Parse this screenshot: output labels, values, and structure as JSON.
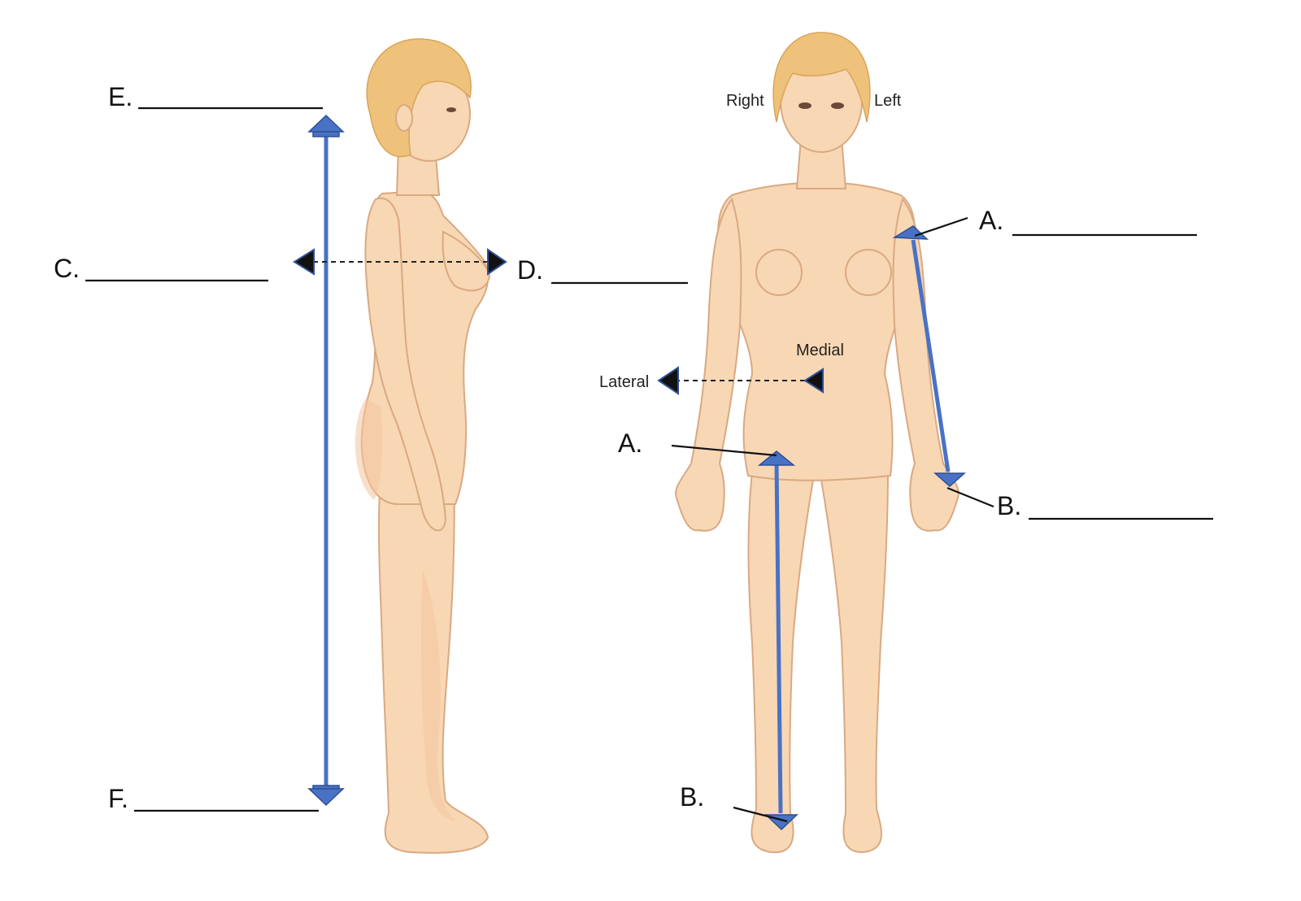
{
  "labels": {
    "E": "E.",
    "F": "F.",
    "C": "C.",
    "D": "D.",
    "A_arm": "A.",
    "B_arm": "B.",
    "A_leg": "A.",
    "B_leg": "B."
  },
  "direction_words": {
    "right": "Right",
    "left": "Left",
    "medial": "Medial",
    "lateral": "Lateral"
  },
  "colors": {
    "arrow_blue": "#4a72c4",
    "arrow_black": "#111111",
    "skin": "#f8d7b4",
    "hair": "#eec27b"
  },
  "icons": [
    "double-headed-vertical-arrow",
    "double-headed-horizontal-arrow",
    "lateral-arrow"
  ]
}
